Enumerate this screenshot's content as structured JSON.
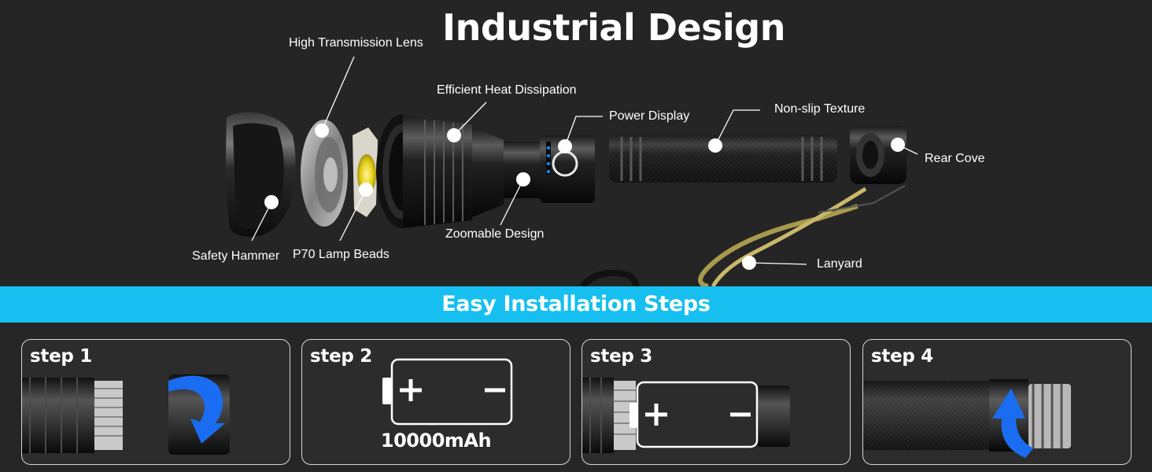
{
  "title": "Industrial Design",
  "callouts": {
    "lens": "High Transmission Lens",
    "heat": "Efficient Heat Dissipation",
    "power": "Power Display",
    "texture": "Non-slip Texture",
    "rear": "Rear Cove",
    "hammer": "Safety Hammer",
    "beads": "P70 Lamp Beads",
    "zoom": "Zoomable Design",
    "lanyard": "Lanyard"
  },
  "banner": "Easy Installation Steps",
  "steps": [
    {
      "label": "step 1"
    },
    {
      "label": "step 2",
      "caption": "10000mAh"
    },
    {
      "label": "step 3"
    },
    {
      "label": "step 4"
    }
  ],
  "colors": {
    "banner": "#16bff0",
    "arrow": "#1a6cf0",
    "background": "#262626"
  }
}
